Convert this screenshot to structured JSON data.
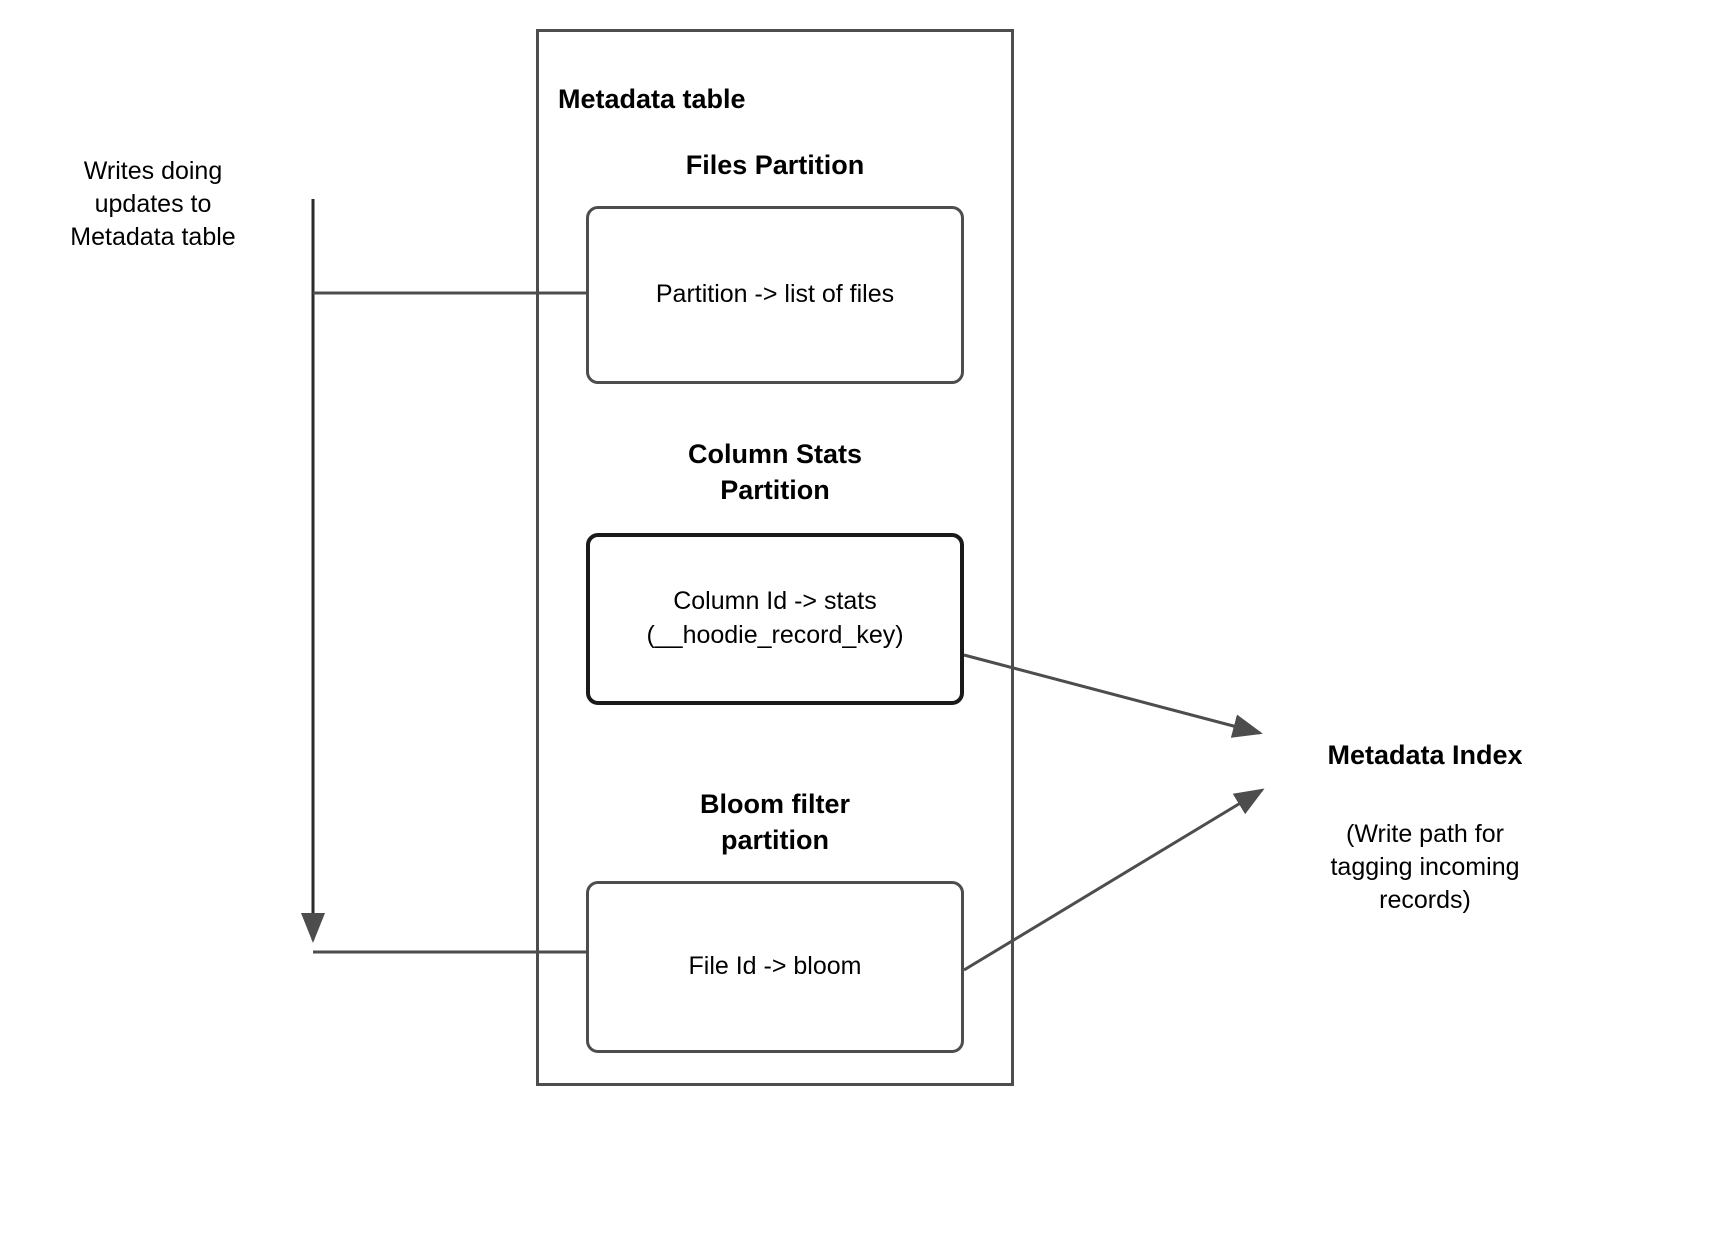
{
  "diagram": {
    "title_visible": false,
    "background_color": "#ffffff",
    "stroke_color": "#4d4d4d",
    "dark_stroke_color": "#1a1a1a",
    "text_color": "#000000"
  },
  "left_caption": {
    "text": "Writes doing\nupdates to\nMetadata table"
  },
  "metadata_table": {
    "title": "Metadata table",
    "partitions": [
      {
        "name": "files",
        "title": "Files Partition",
        "box_text": "Partition -> list of files"
      },
      {
        "name": "column-stats",
        "title": "Column Stats\nPartition",
        "box_text": "Column Id  -> stats\n(__hoodie_record_key)"
      },
      {
        "name": "bloom-filter",
        "title": "Bloom filter\npartition",
        "box_text": "File Id -> bloom"
      }
    ]
  },
  "metadata_index": {
    "title": "Metadata Index",
    "note": "(Write path for\ntagging incoming\nrecords)"
  },
  "connectors": [
    {
      "name": "writes-to-files-partition",
      "from": "writes-source",
      "to": "files-box",
      "style": "orthogonal"
    },
    {
      "name": "writes-to-bloom-partition",
      "from": "writes-source",
      "to": "bloom-box",
      "style": "orthogonal-with-arrow"
    },
    {
      "name": "column-stats-to-metadata-index",
      "from": "colstats-box",
      "to": "metadata-index",
      "style": "diagonal-arrow"
    },
    {
      "name": "bloom-to-metadata-index",
      "from": "bloom-box",
      "to": "metadata-index",
      "style": "diagonal-arrow"
    }
  ]
}
